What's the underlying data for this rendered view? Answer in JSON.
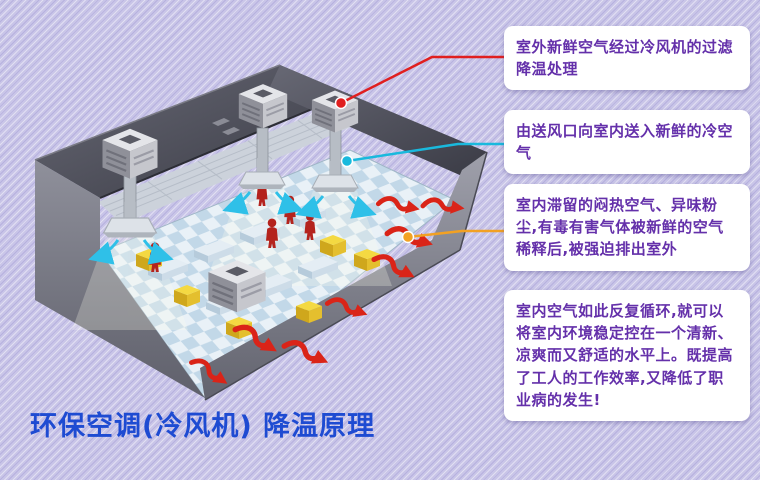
{
  "colors": {
    "background": "#c9c5e8",
    "callout_bg": "#ffffff",
    "callout_text": "#6430aa",
    "title": "#1e4bd2",
    "connector_red": "#e01f1f",
    "connector_cyan": "#19b9dd",
    "connector_orange": "#f2a123"
  },
  "title": {
    "text": "环保空调(冷风机) 降温原理"
  },
  "callouts": [
    {
      "text": "室外新鲜空气经过冷风机的过滤降温处理",
      "connector": "red"
    },
    {
      "text": "由送风口向室内送入新鲜的冷空气",
      "connector": "cyan"
    },
    {
      "text": "室内滞留的闷热空气、异味粉尘,有毒有害气体被新鲜的空气稀释后,被强迫排出室外",
      "connector": "orange"
    },
    {
      "text": "室内空气如此反复循环,就可以将室内环境稳定控在一个清新、凉爽而又舒适的水平上。既提高了工人的工作效率,又降低了职业病的发生!",
      "connector": "none"
    }
  ]
}
